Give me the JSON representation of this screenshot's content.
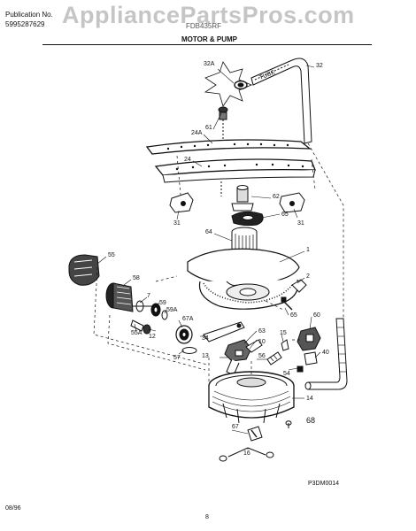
{
  "header": {
    "publication_label": "Publication No.",
    "publication_number": "5995287629",
    "model_partial": "FDB435RF",
    "watermark": "AppliancePartsPros.com",
    "section_title": "MOTOR & PUMP"
  },
  "callouts": {
    "c32A": "32A",
    "c32": "32",
    "c61": "61",
    "c24A": "24A",
    "c24": "24",
    "c62": "62",
    "c31L": "31",
    "c31R": "31",
    "c65a": "65",
    "c64": "64",
    "c1": "1",
    "c55": "55",
    "c58": "58",
    "c2": "2",
    "c7": "7",
    "c59": "59",
    "c59A": "59A",
    "c65b": "65",
    "c60": "60",
    "c55A": "55A",
    "c12": "12",
    "c67A": "67A",
    "c34": "34",
    "c63": "63",
    "c15": "15",
    "c10": "10",
    "c57": "57",
    "c13": "13",
    "c56": "56",
    "c40": "40",
    "c54": "54",
    "c14": "14",
    "c68": "68",
    "c67": "67",
    "c16": "16"
  },
  "footer": {
    "diagram_code": "P3DM0014",
    "date": "08/96",
    "page": "8"
  }
}
